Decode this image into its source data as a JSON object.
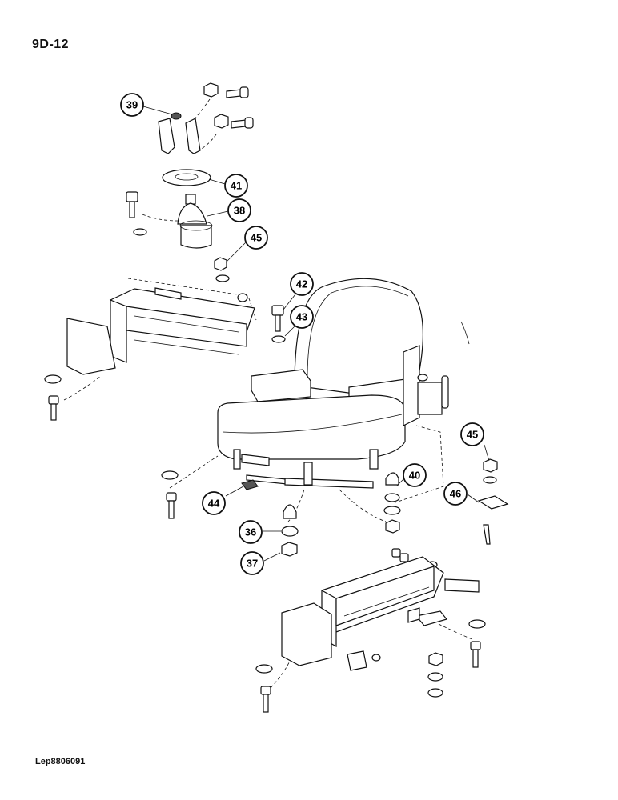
{
  "page_ref": "9D-12",
  "drawing_ref": "Lep8806091",
  "callouts": [
    {
      "id": "c39",
      "label": "39"
    },
    {
      "id": "c41",
      "label": "41"
    },
    {
      "id": "c38",
      "label": "38"
    },
    {
      "id": "c45a",
      "label": "45"
    },
    {
      "id": "c42",
      "label": "42"
    },
    {
      "id": "c43",
      "label": "43"
    },
    {
      "id": "c45b",
      "label": "45"
    },
    {
      "id": "c40",
      "label": "40"
    },
    {
      "id": "c46",
      "label": "46"
    },
    {
      "id": "c44",
      "label": "44"
    },
    {
      "id": "c36",
      "label": "36"
    },
    {
      "id": "c37",
      "label": "37"
    }
  ]
}
